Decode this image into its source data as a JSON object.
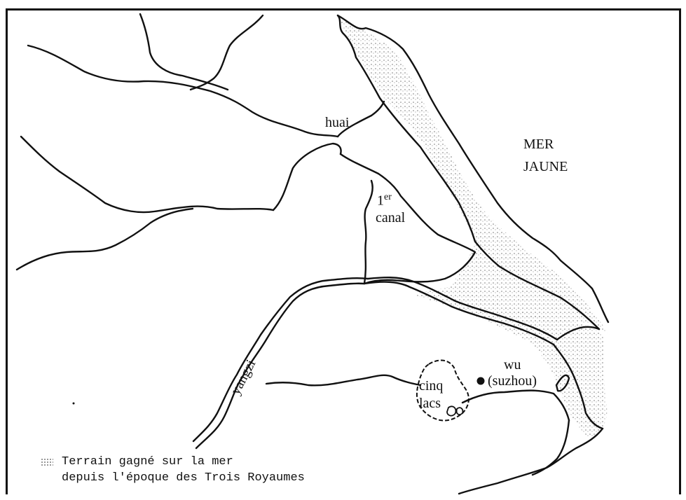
{
  "labels": {
    "sea": [
      "MER",
      "JAUNE"
    ],
    "huai": "huai",
    "canal_num": "1",
    "canal_sup": "er",
    "canal_word": "canal",
    "yangzi": "yangzi",
    "wu": "wu",
    "suzhou": "(suzhou)",
    "cinq": "cinq",
    "lacs": "lacs"
  },
  "legend": {
    "line1": "Terrain gagné sur la mer",
    "line2": "depuis l'époque des Trois Royaumes"
  },
  "colors": {
    "ink": "#111111",
    "stipple": "#777777"
  }
}
